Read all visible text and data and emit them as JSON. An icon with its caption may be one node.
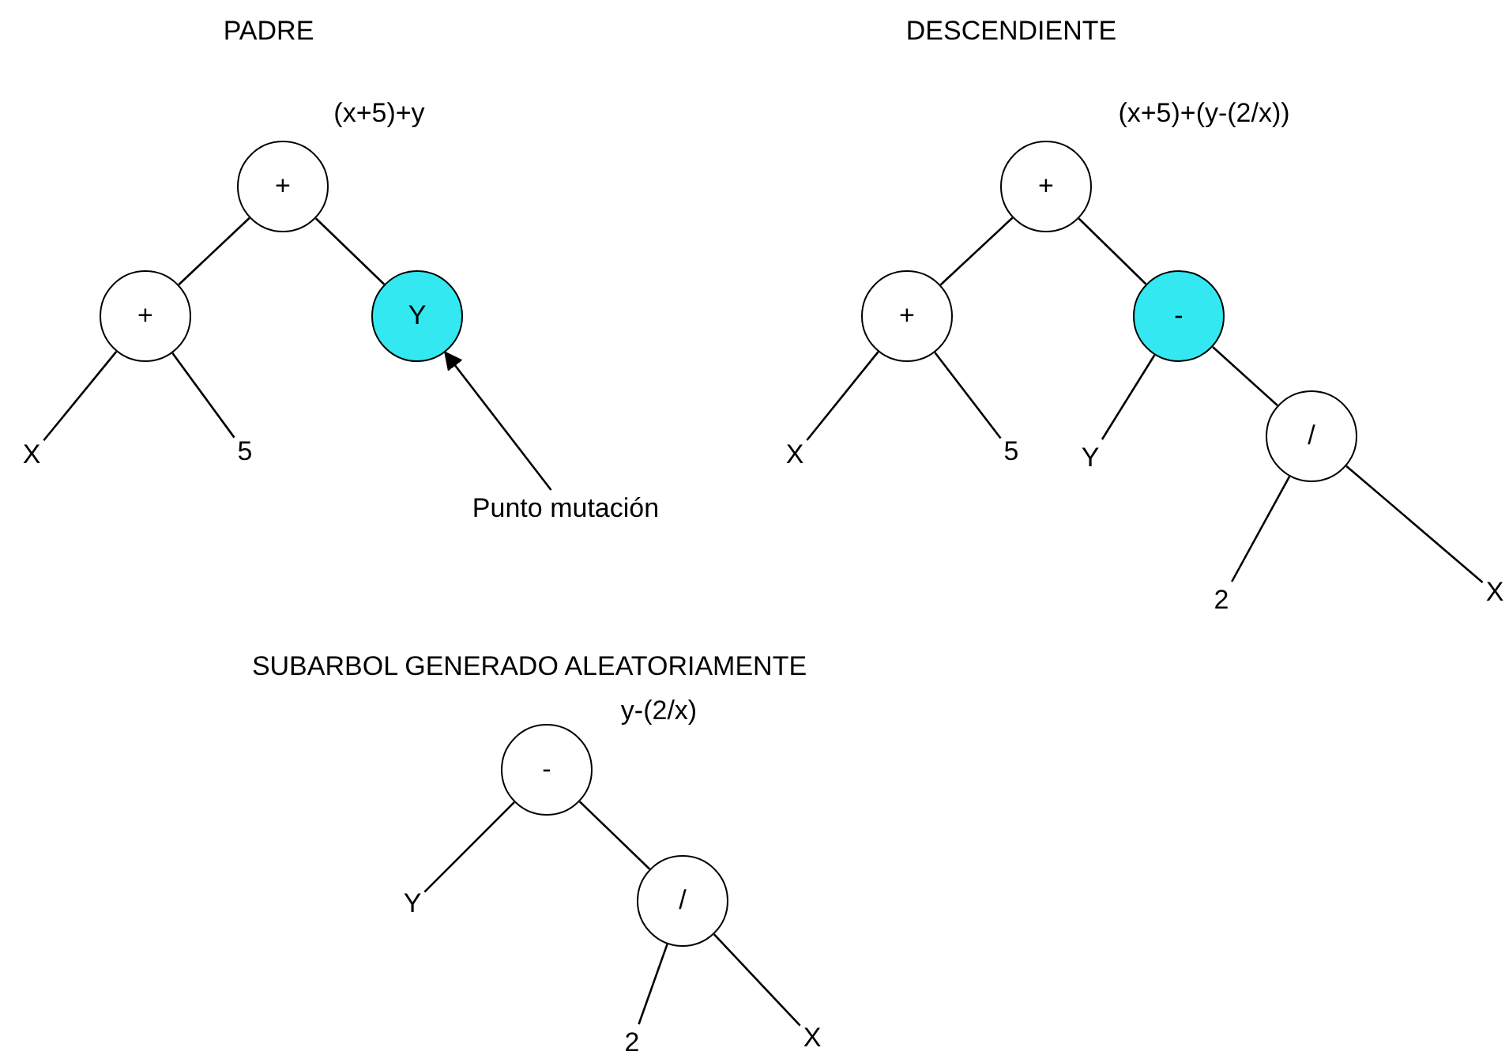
{
  "diagram": {
    "nodes": [
      {
        "text": [
          "+"
        ],
        "beside": [
          "(x+5)+y"
        ]
      },
      {
        "text": [
          "+"
        ]
      },
      {
        "text": [
          "Y"
        ]
      },
      {
        "text": [
          "X"
        ]
      },
      {
        "text": [
          "5"
        ]
      },
      {
        "text": [
          "Punto mutación"
        ]
      },
      {
        "text": [
          "+"
        ],
        "beside": [
          "(x+5)+(y-(2/x))"
        ]
      },
      {
        "text": [
          "+"
        ]
      },
      {
        "text": [
          "-"
        ]
      },
      {
        "text": [
          "X"
        ]
      },
      {
        "text": [
          "5"
        ]
      },
      {
        "text": [
          "Y"
        ]
      },
      {
        "text": [
          "/"
        ]
      },
      {
        "text": [
          "2"
        ]
      },
      {
        "text": [
          "X"
        ]
      },
      {
        "text": [
          "-"
        ],
        "beside": [
          "y-(2/x)"
        ]
      },
      {
        "text": [
          "Y"
        ]
      },
      {
        "text": [
          "/"
        ]
      },
      {
        "text": [
          "2"
        ]
      },
      {
        "text": [
          "X"
        ]
      }
    ],
    "edges": [
      {
        "from": 0,
        "to": 1,
        "arrow": "none"
      },
      {
        "from": 0,
        "to": 2,
        "arrow": "none"
      },
      {
        "from": 1,
        "to": 3,
        "arrow": "none"
      },
      {
        "from": 1,
        "to": 4,
        "arrow": "none"
      },
      {
        "from": 5,
        "to": 2,
        "arrow": "to"
      },
      {
        "from": 6,
        "to": 7,
        "arrow": "none"
      },
      {
        "from": 6,
        "to": 8,
        "arrow": "none"
      },
      {
        "from": 7,
        "to": 9,
        "arrow": "none"
      },
      {
        "from": 7,
        "to": 10,
        "arrow": "none"
      },
      {
        "from": 8,
        "to": 11,
        "arrow": "none"
      },
      {
        "from": 8,
        "to": 12,
        "arrow": "none"
      },
      {
        "from": 12,
        "to": 13,
        "arrow": "none"
      },
      {
        "from": 12,
        "to": 14,
        "arrow": "none"
      },
      {
        "from": 15,
        "to": 16,
        "arrow": "none"
      },
      {
        "from": 15,
        "to": 17,
        "arrow": "none"
      },
      {
        "from": 17,
        "to": 18,
        "arrow": "none"
      },
      {
        "from": 17,
        "to": 19,
        "arrow": "none"
      }
    ],
    "labels": [
      "PADRE",
      "DESCENDIENTE",
      "SUBARBOL GENERADO ALEATORIAMENTE"
    ]
  }
}
